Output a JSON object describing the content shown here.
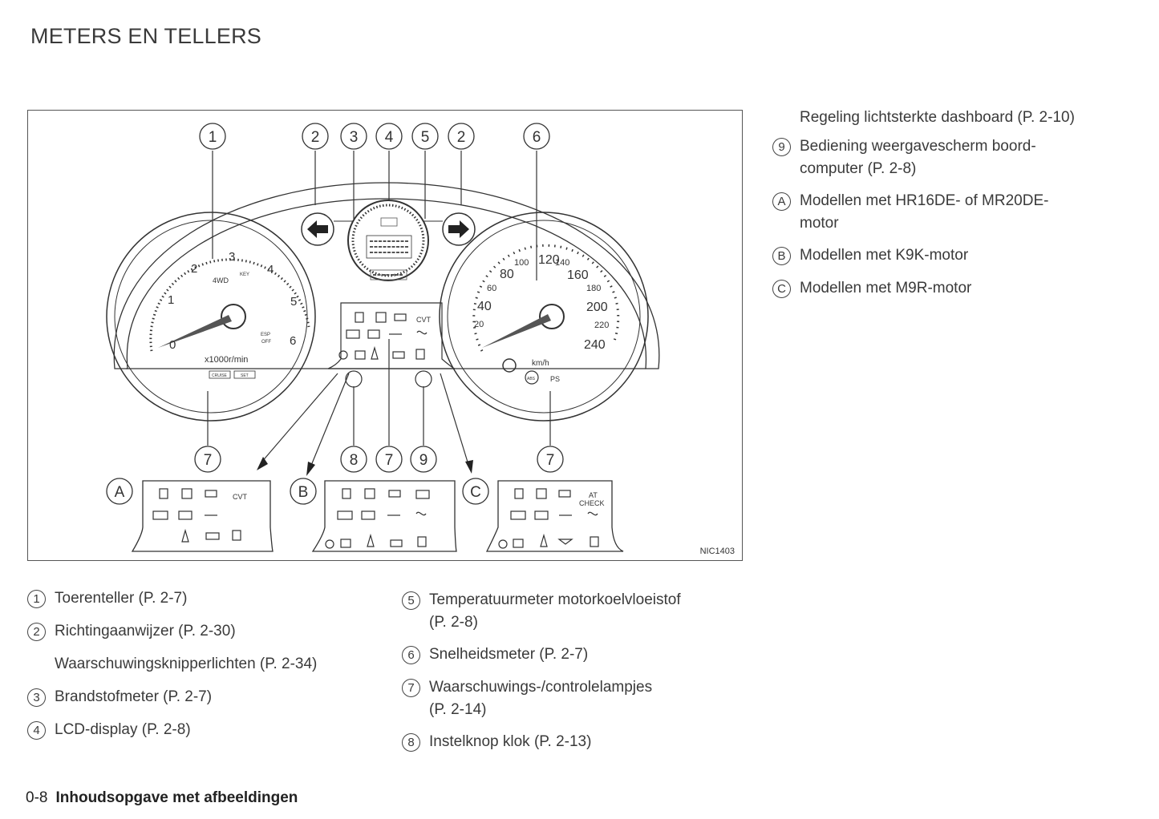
{
  "page": {
    "title": "METERS EN TELLERS",
    "footer_page": "0-8",
    "footer_title": "Inhoudsopgave met afbeeldingen"
  },
  "figure": {
    "code": "NIC1403",
    "callouts": [
      "1",
      "2",
      "3",
      "4",
      "5",
      "2",
      "6",
      "7",
      "8",
      "7",
      "9",
      "7"
    ],
    "variants": [
      "A",
      "B",
      "C"
    ],
    "tacho": {
      "ticks": [
        "0",
        "1",
        "2",
        "3",
        "4",
        "5",
        "6"
      ],
      "unit": "x1000r/min",
      "label_4wd": "4WD",
      "label_key": "KEY",
      "label_esp": "ESP",
      "label_off": "OFF",
      "label_cruise": "CRUISE",
      "label_set": "SET"
    },
    "speedo": {
      "outer_ticks": [
        "20",
        "40",
        "60",
        "80",
        "100",
        "120",
        "140",
        "160",
        "180",
        "200",
        "220",
        "240"
      ],
      "unit_kmh": "km/h",
      "label_ps": "PS",
      "label_abs": "ABS"
    },
    "center_panel": {
      "label_cvt": "CVT"
    },
    "variant_c": {
      "label_at_check_1": "AT",
      "label_at_check_2": "CHECK"
    },
    "variant_a": {
      "label_cvt": "CVT"
    }
  },
  "legend_right": [
    {
      "mark": "",
      "text": "Regeling lichtsterkte dashboard (P. 2-10)"
    },
    {
      "mark": "9",
      "text": "Bediening weergavescherm boord-"
    },
    {
      "mark": "",
      "text": "computer (P. 2-8)"
    },
    {
      "mark": "A",
      "text": "Modellen met HR16DE- of MR20DE-"
    },
    {
      "mark": "",
      "text": "motor"
    },
    {
      "mark": "B",
      "text": "Modellen met K9K-motor"
    },
    {
      "mark": "C",
      "text": "Modellen met M9R-motor"
    }
  ],
  "legend_left": [
    {
      "mark": "1",
      "text": "Toerenteller (P. 2-7)"
    },
    {
      "mark": "2",
      "text": "Richtingaanwijzer (P. 2-30)"
    },
    {
      "mark": "",
      "text": "Waarschuwingsknipperlichten (P. 2-34)"
    },
    {
      "mark": "3",
      "text": "Brandstofmeter (P. 2-7)"
    },
    {
      "mark": "4",
      "text": "LCD-display (P. 2-8)"
    }
  ],
  "legend_middle": [
    {
      "mark": "5",
      "text": "Temperatuurmeter motorkoelvloeistof"
    },
    {
      "mark": "",
      "text": "(P. 2-8)"
    },
    {
      "mark": "6",
      "text": "Snelheidsmeter (P. 2-7)"
    },
    {
      "mark": "7",
      "text": "Waarschuwings-/controlelampjes"
    },
    {
      "mark": "",
      "text": "(P. 2-14)"
    },
    {
      "mark": "8",
      "text": "Instelknop klok (P. 2-13)"
    }
  ]
}
